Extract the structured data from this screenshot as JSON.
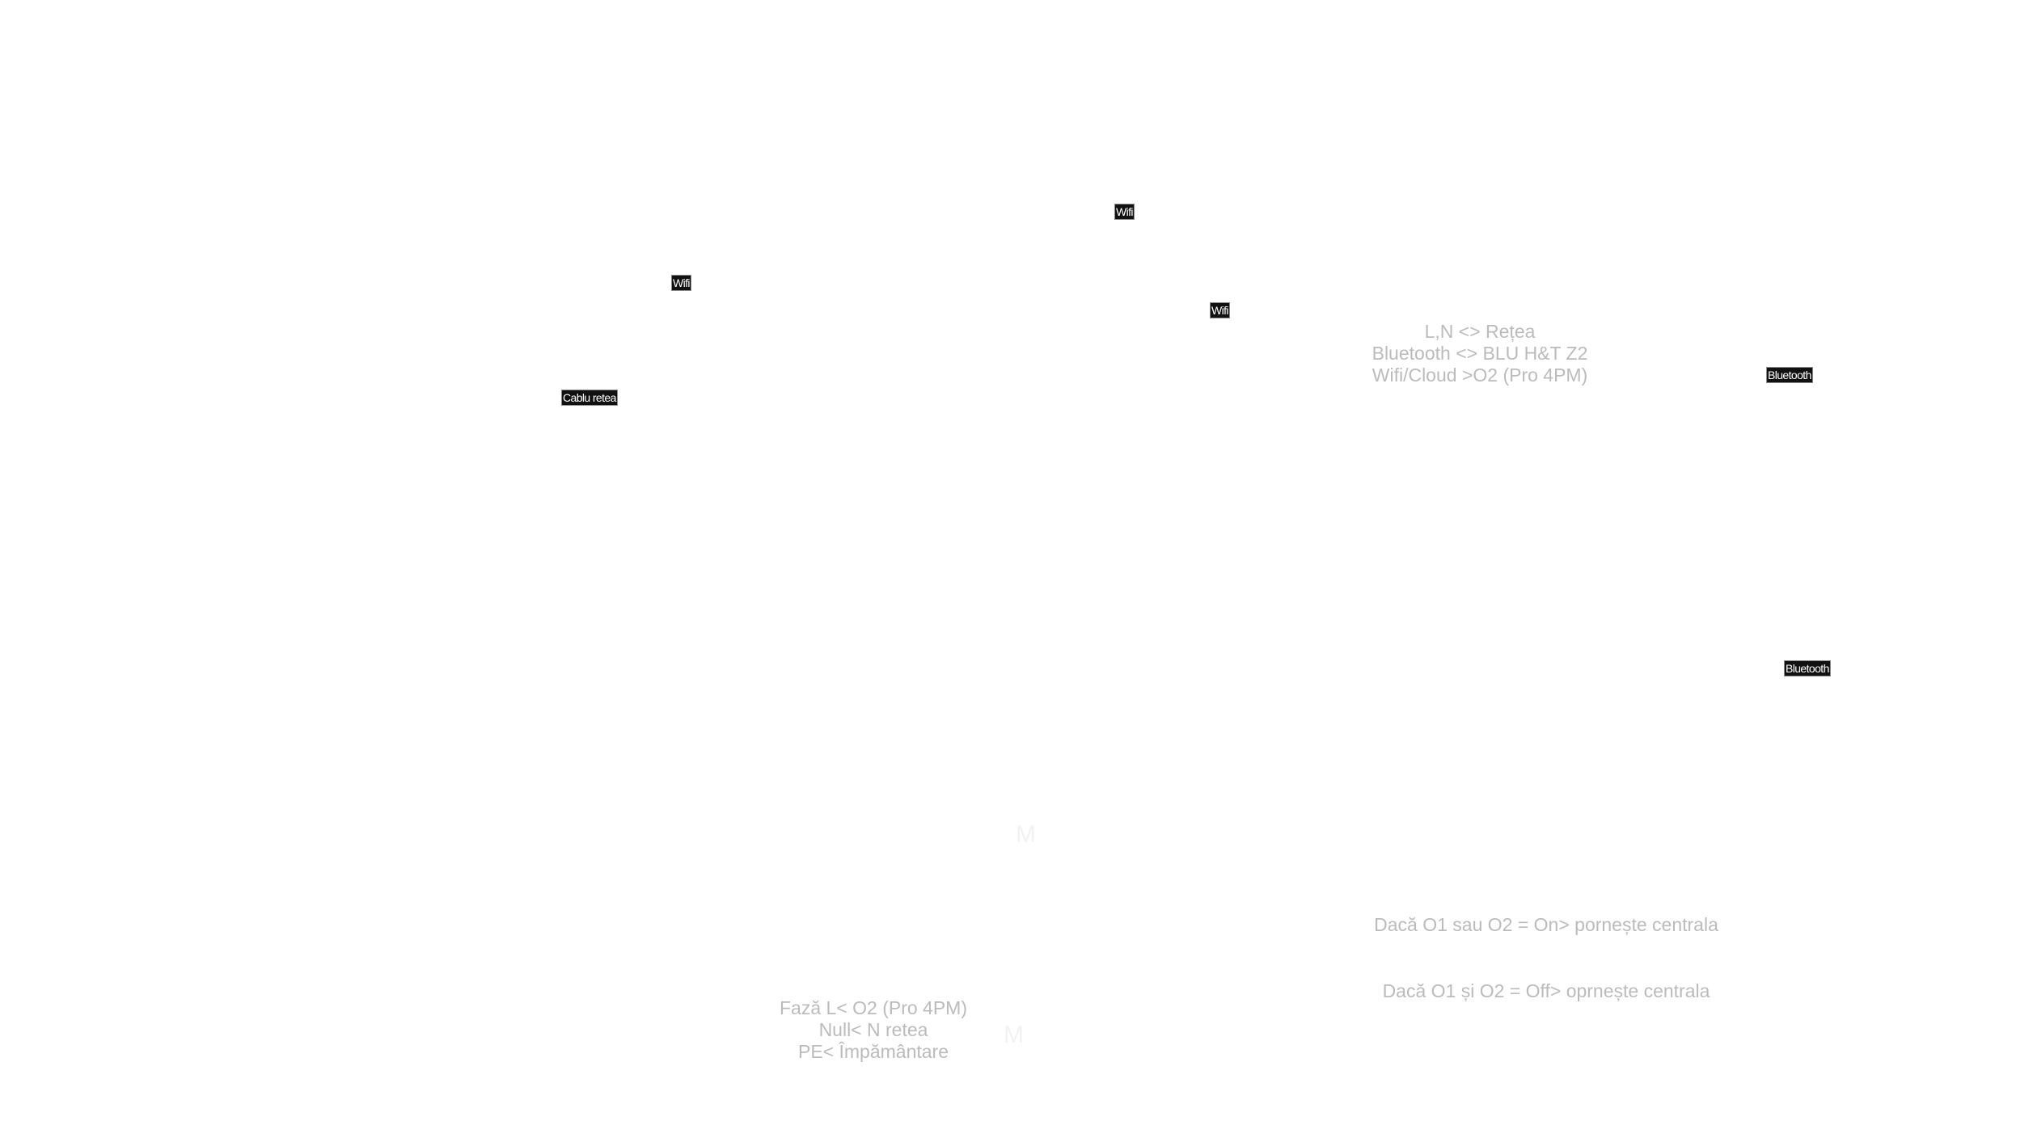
{
  "diagram": {
    "connection_labels": {
      "wifi_left": "Wifi",
      "wifi_top": "Wifi",
      "wifi_mid": "Wifi",
      "cable": "Cablu retea",
      "bluetooth_top": "Bluetooth",
      "bluetooth_bottom": "Bluetooth"
    },
    "device_notes": {
      "top_right": [
        "L,N <> Rețea",
        "Bluetooth <> BLU H&T Z2",
        "Wifi/Cloud >O2 (Pro 4PM)"
      ],
      "bottom_left": [
        "Fază L< O2 (Pro 4PM)",
        "Null< N retea",
        "PE< Împământare"
      ]
    },
    "logic_rules": [
      "Dacă O1 sau O2 = On> pornește centrala",
      "Dacă O1 și O2 = Off> oprnește centrala"
    ],
    "ghost_glyphs": [
      "M",
      "M"
    ]
  }
}
